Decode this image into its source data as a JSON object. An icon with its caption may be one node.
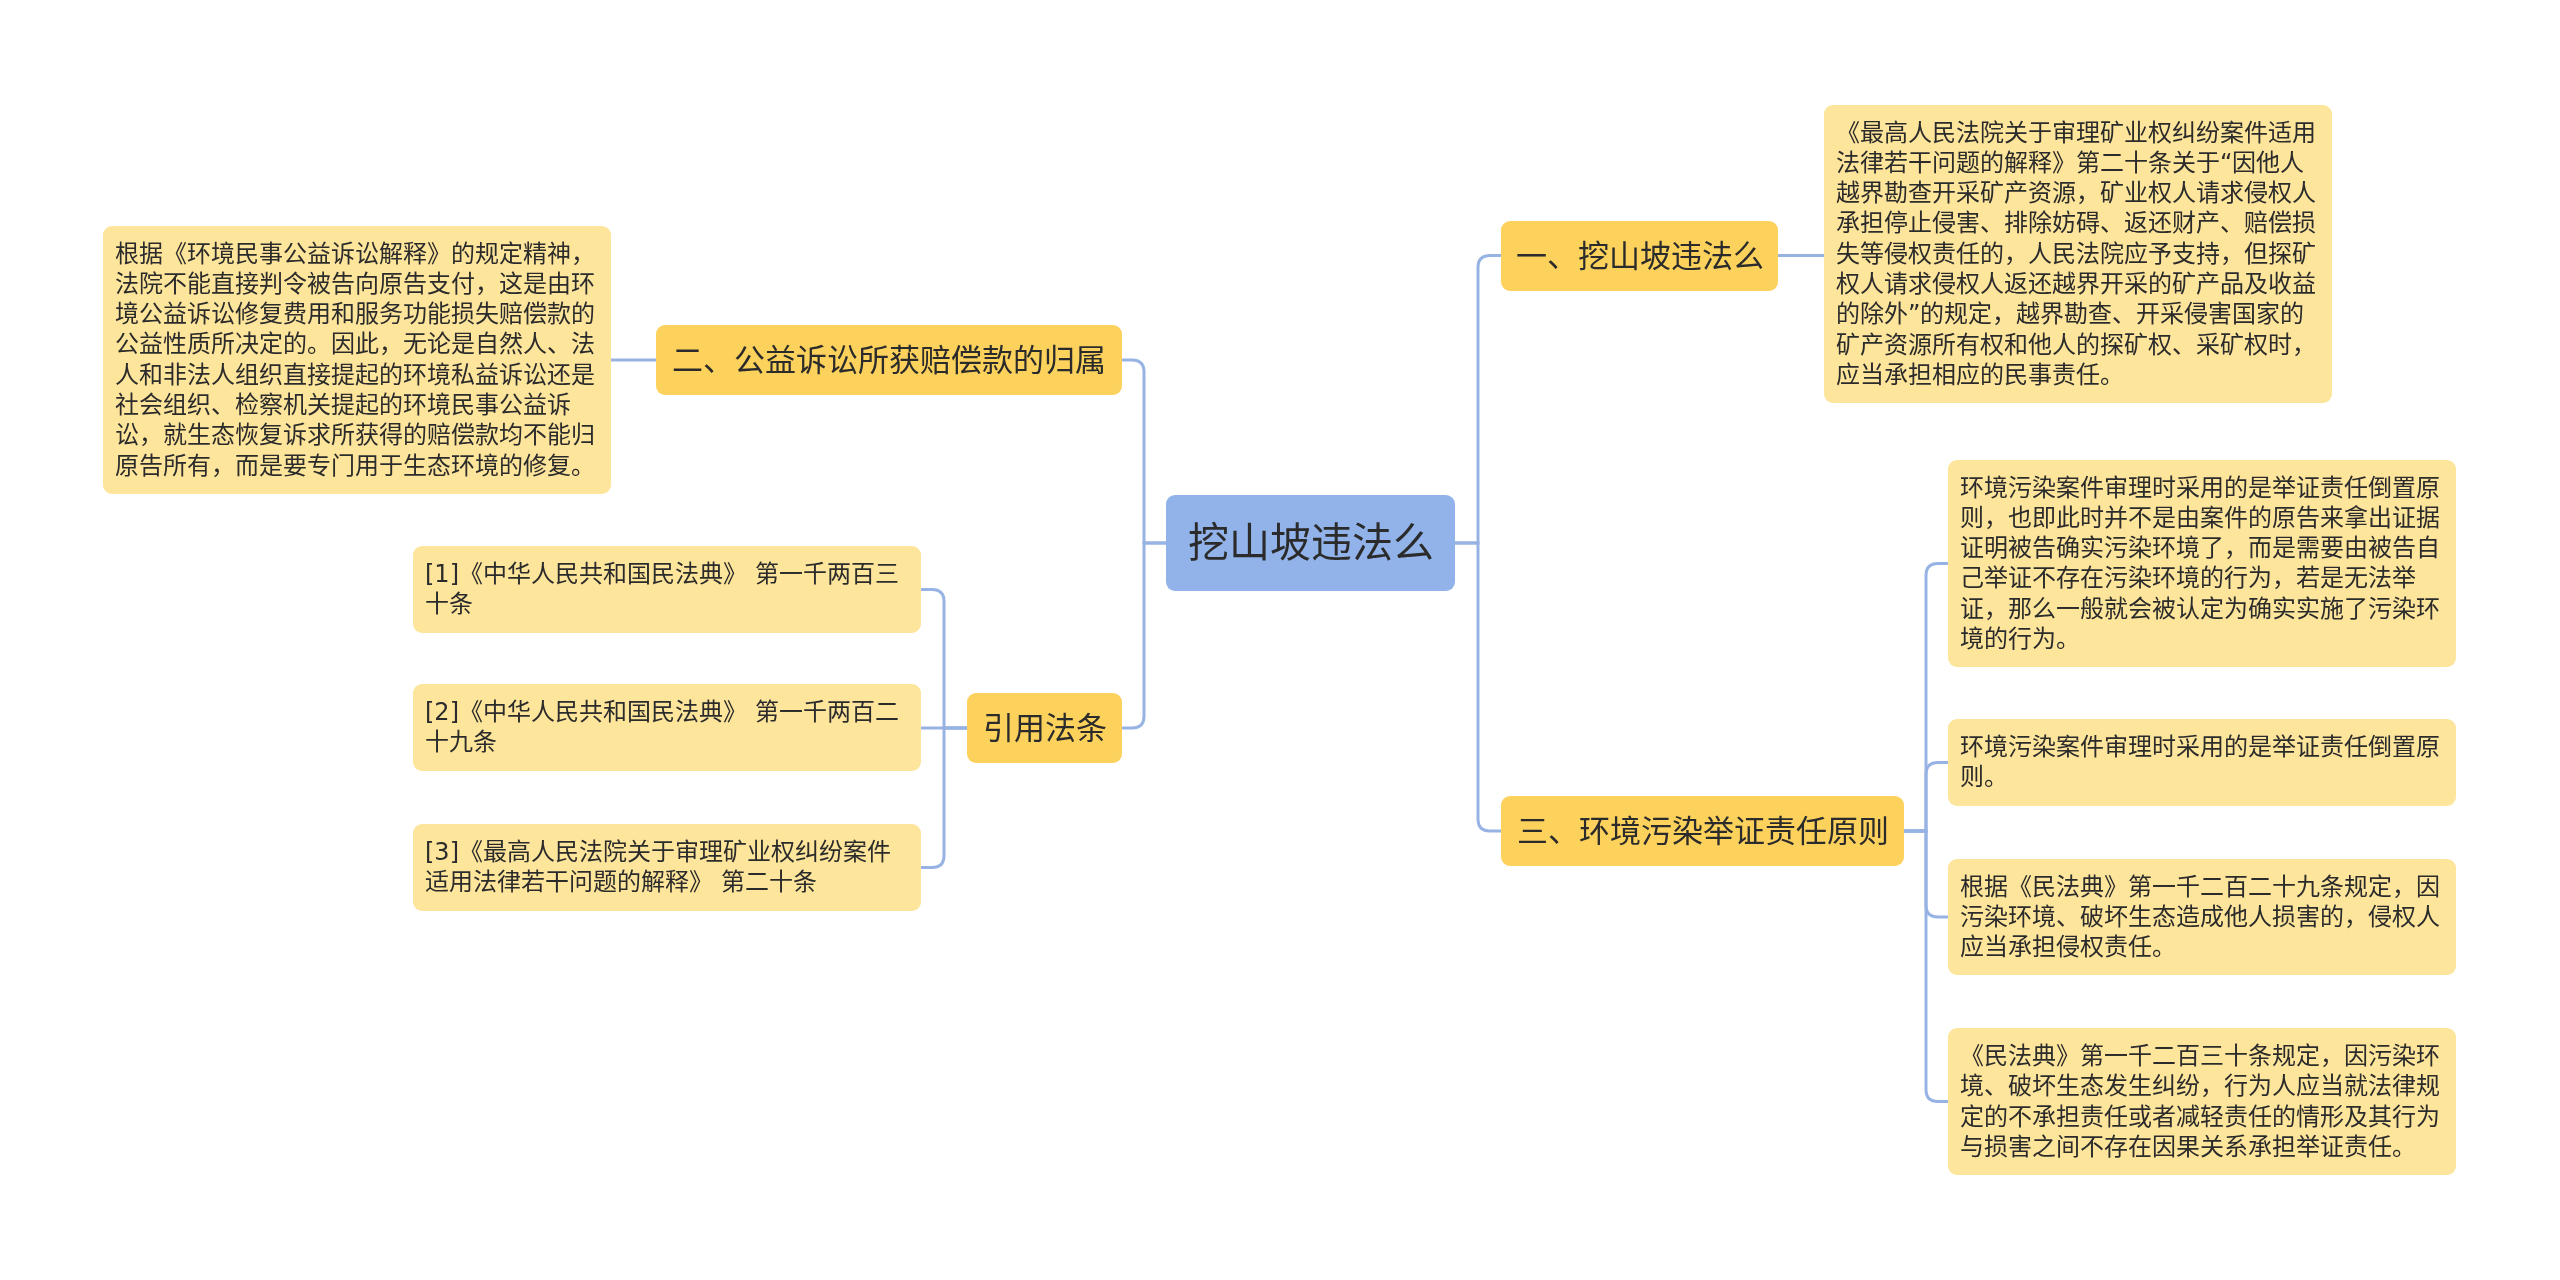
{
  "diagram": {
    "nodes": [
      {
        "text": [
          "挖山坡违法么"
        ]
      },
      {
        "text": [
          "一、挖山坡违法么"
        ]
      },
      {
        "text": [
          "《最高人民法院关于审理矿业权纠纷案件适用法律若干问题的解释》第二十条关于“因他人越界勘查开采矿产资源，矿业权人请求侵权人承担停止侵害、排除妨碍、返还财产、赔偿损失等侵权责任的，人民法院应予支持，但探矿权人请求侵权人返还越界开采的矿产品及收益的除外”的规定，越界勘查、开采侵害国家的矿产资源所有权和他人的探矿权、采矿权时，应当承担相应的民事责任。"
        ]
      },
      {
        "text": [
          "二、公益诉讼所获赔偿款的归属"
        ]
      },
      {
        "text": [
          "根据《环境民事公益诉讼解释》的规定精神，法院不能直接判令被告向原告支付，这是由环境公益诉讼修复费用和服务功能损失赔偿款的公益性质所决定的。因此，无论是自然人、法人和非法人组织直接提起的环境私益诉讼还是社会组织、检察机关提起的环境民事公益诉讼，就生态恢复诉求所获得的赔偿款均不能归原告所有，而是要专门用于生态环境的修复。"
        ]
      },
      {
        "text": [
          "三、环境污染举证责任原则"
        ]
      },
      {
        "text": [
          "环境污染案件审理时采用的是举证责任倒置原则，也即此时并不是由案件的原告来拿出证据证明被告确实污染环境了，而是需要由被告自己举证不存在污染环境的行为，若是无法举证，那么一般就会被认定为确实实施了污染环境的行为。"
        ]
      },
      {
        "text": [
          "环境污染案件审理时采用的是举证责任倒置原则。"
        ]
      },
      {
        "text": [
          "根据《民法典》第一千二百二十九条规定，因污染环境、破坏生态造成他人损害的，侵权人应当承担侵权责任。"
        ]
      },
      {
        "text": [
          "《民法典》第一千二百三十条规定，因污染环境、破坏生态发生纠纷，行为人应当就法律规定的不承担责任或者减轻责任的情形及其行为与损害之间不存在因果关系承担举证责任。"
        ]
      },
      {
        "text": [
          "引用法条"
        ]
      },
      {
        "text": [
          "[1]《中华人民共和国民法典》 第一千两百三十条"
        ]
      },
      {
        "text": [
          "[2]《中华人民共和国民法典》 第一千两百二十九条"
        ]
      },
      {
        "text": [
          "[3]《最高人民法院关于审理矿业权纠纷案件适用法律若干问题的解释》 第二十条"
        ]
      }
    ],
    "edges": [
      {
        "from": 0,
        "to": 1,
        "arrow": "none"
      },
      {
        "from": 1,
        "to": 2,
        "arrow": "none"
      },
      {
        "from": 0,
        "to": 3,
        "arrow": "none"
      },
      {
        "from": 3,
        "to": 4,
        "arrow": "none"
      },
      {
        "from": 0,
        "to": 5,
        "arrow": "none"
      },
      {
        "from": 5,
        "to": 6,
        "arrow": "none"
      },
      {
        "from": 5,
        "to": 7,
        "arrow": "none"
      },
      {
        "from": 5,
        "to": 8,
        "arrow": "none"
      },
      {
        "from": 5,
        "to": 9,
        "arrow": "none"
      },
      {
        "from": 0,
        "to": 10,
        "arrow": "none"
      },
      {
        "from": 10,
        "to": 11,
        "arrow": "none"
      },
      {
        "from": 10,
        "to": 12,
        "arrow": "none"
      },
      {
        "from": 10,
        "to": 13,
        "arrow": "none"
      }
    ]
  }
}
